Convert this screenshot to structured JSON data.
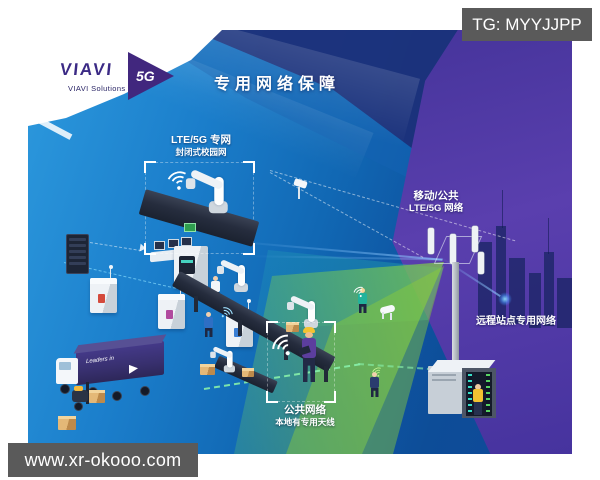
{
  "watermark": {
    "telegram": "TG: MYYJJPP",
    "website": "www.xr-okooo.com"
  },
  "brand": {
    "name": "VIAVI",
    "subtitle": "VIAVI Solutions",
    "badge": "5G"
  },
  "title": "专用网络保障",
  "labels": {
    "campus_line1": "LTE/5G 专网",
    "campus_line2": "封闭式校园网",
    "mobile_line1": "移动/公共",
    "mobile_line2": "LTE/5G 网络",
    "remote": "远程站点专用网络",
    "public_line1": "公共网络",
    "public_line2": "本地有专用天线"
  },
  "truck": {
    "text": "Leaders in"
  },
  "colors": {
    "sky_blue": "#1f86d2",
    "deep_blue": "#0d55a2",
    "navy_band": "#1d2d77",
    "purple_right": "#4a339f",
    "beam_green": "#8bc63f",
    "accent_teal": "#2dc3af",
    "brand_purple": "#41277e",
    "watermark_gray": "#5a5a5a"
  }
}
